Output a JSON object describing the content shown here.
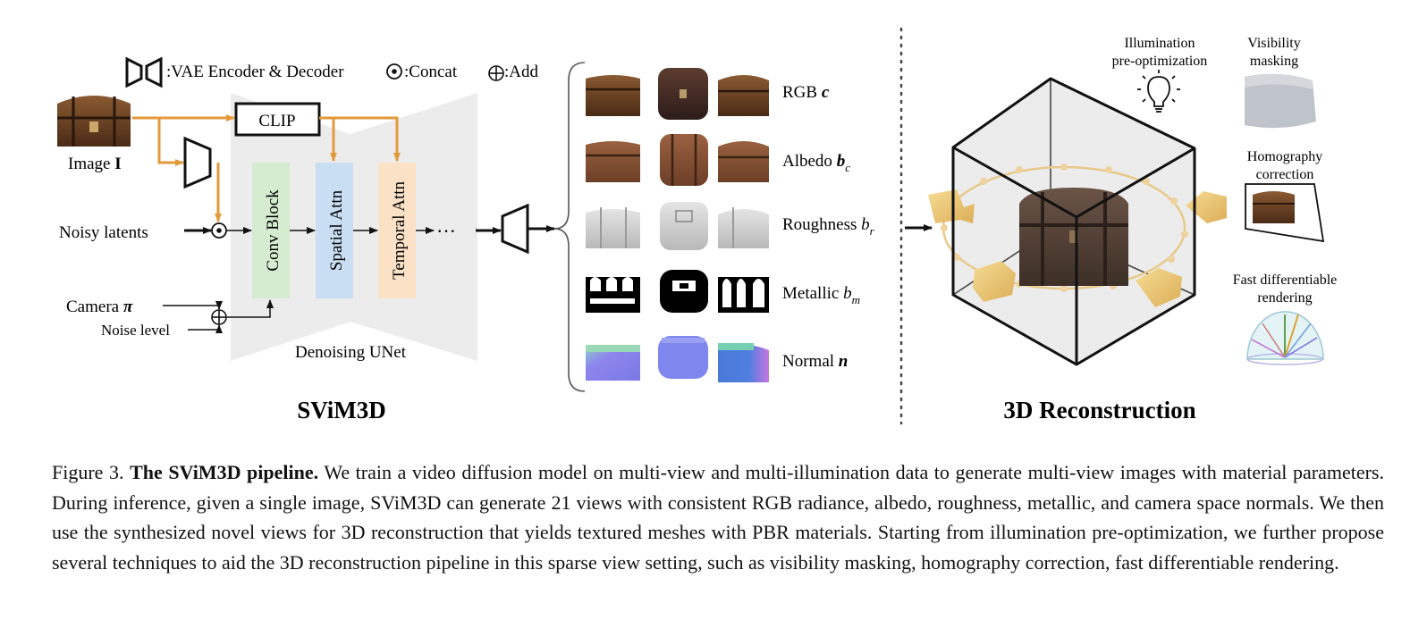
{
  "legend": {
    "vae": ":VAE Encoder & Decoder",
    "concat": ":Concat",
    "add": ":Add"
  },
  "inputs": {
    "image_label": "Image ",
    "image_symbol": "I",
    "noisy_latents": "Noisy latents",
    "camera_label": "Camera ",
    "camera_symbol": "π",
    "noise_level": "Noise level"
  },
  "network": {
    "clip": "CLIP",
    "conv_block": "Conv Block",
    "spatial_attn": "Spatial Attn",
    "temporal_attn": "Temporal Attn",
    "ellipsis": "···",
    "unet_label": "Denoising UNet"
  },
  "outputs": [
    {
      "name": "RGB ",
      "symbol": "c",
      "sub": ""
    },
    {
      "name": "Albedo ",
      "symbol": "b",
      "sub": "c"
    },
    {
      "name": "Roughness ",
      "symbol": "b",
      "sub": "r"
    },
    {
      "name": "Metallic ",
      "symbol": "b",
      "sub": "m"
    },
    {
      "name": "Normal ",
      "symbol": "n",
      "sub": ""
    }
  ],
  "sections": {
    "svim3d": "SViM3D",
    "recon": "3D Reconstruction"
  },
  "techniques": {
    "illum_line1": "Illumination",
    "illum_line2": "pre-optimization",
    "vis_line1": "Visibility",
    "vis_line2": "masking",
    "homo_line1": "Homography",
    "homo_line2": "correction",
    "fdr_line1": "Fast differentiable",
    "fdr_line2": "rendering"
  },
  "caption": {
    "label": "Figure 3. ",
    "title": "The SViM3D pipeline.",
    "body": " We train a video diffusion model on multi-view and multi-illumination data to generate multi-view images with material parameters. During inference, given a single image, SViM3D  can generate 21 views with consistent RGB radiance, albedo, roughness, metallic, and camera space normals. We then use the synthesized novel views for 3D reconstruction that yields textured meshes with PBR materials. Starting from illumination pre-optimization, we further propose several techniques to aid the 3D reconstruction pipeline in this sparse view setting, such as visibility masking, homography correction, fast differentiable rendering."
  },
  "colors": {
    "orange": "#e39a3b",
    "conv": "#d5ecd0",
    "spatial": "#c9def2",
    "temporal": "#fbe1c6",
    "unet": "#ececec",
    "camera": "#f0cd7d"
  }
}
